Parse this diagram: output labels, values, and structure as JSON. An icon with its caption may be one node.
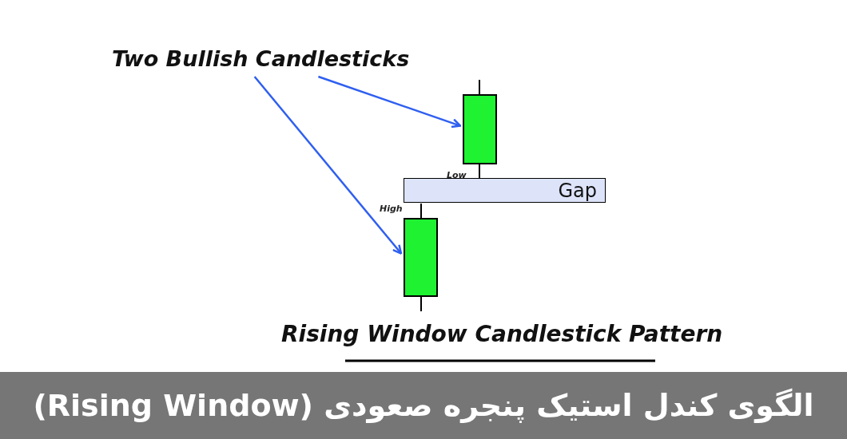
{
  "diagram": {
    "title": "الگوی کندل استیک پنجره صعودی (Rising Window)",
    "caption": "Rising Window Candlestick Pattern",
    "nodes": [
      {
        "text": [
          "Two Bullish Candlesticks"
        ]
      },
      {
        "text": [],
        "shape": "bar"
      },
      {
        "text": [],
        "shape": "bar"
      },
      {
        "text": [
          "Gap"
        ]
      }
    ],
    "edges": [
      {
        "from": 0,
        "to": 1,
        "arrow": "to"
      },
      {
        "from": 0,
        "to": 2,
        "arrow": "to"
      }
    ],
    "labels": [
      "Low",
      "High"
    ]
  }
}
